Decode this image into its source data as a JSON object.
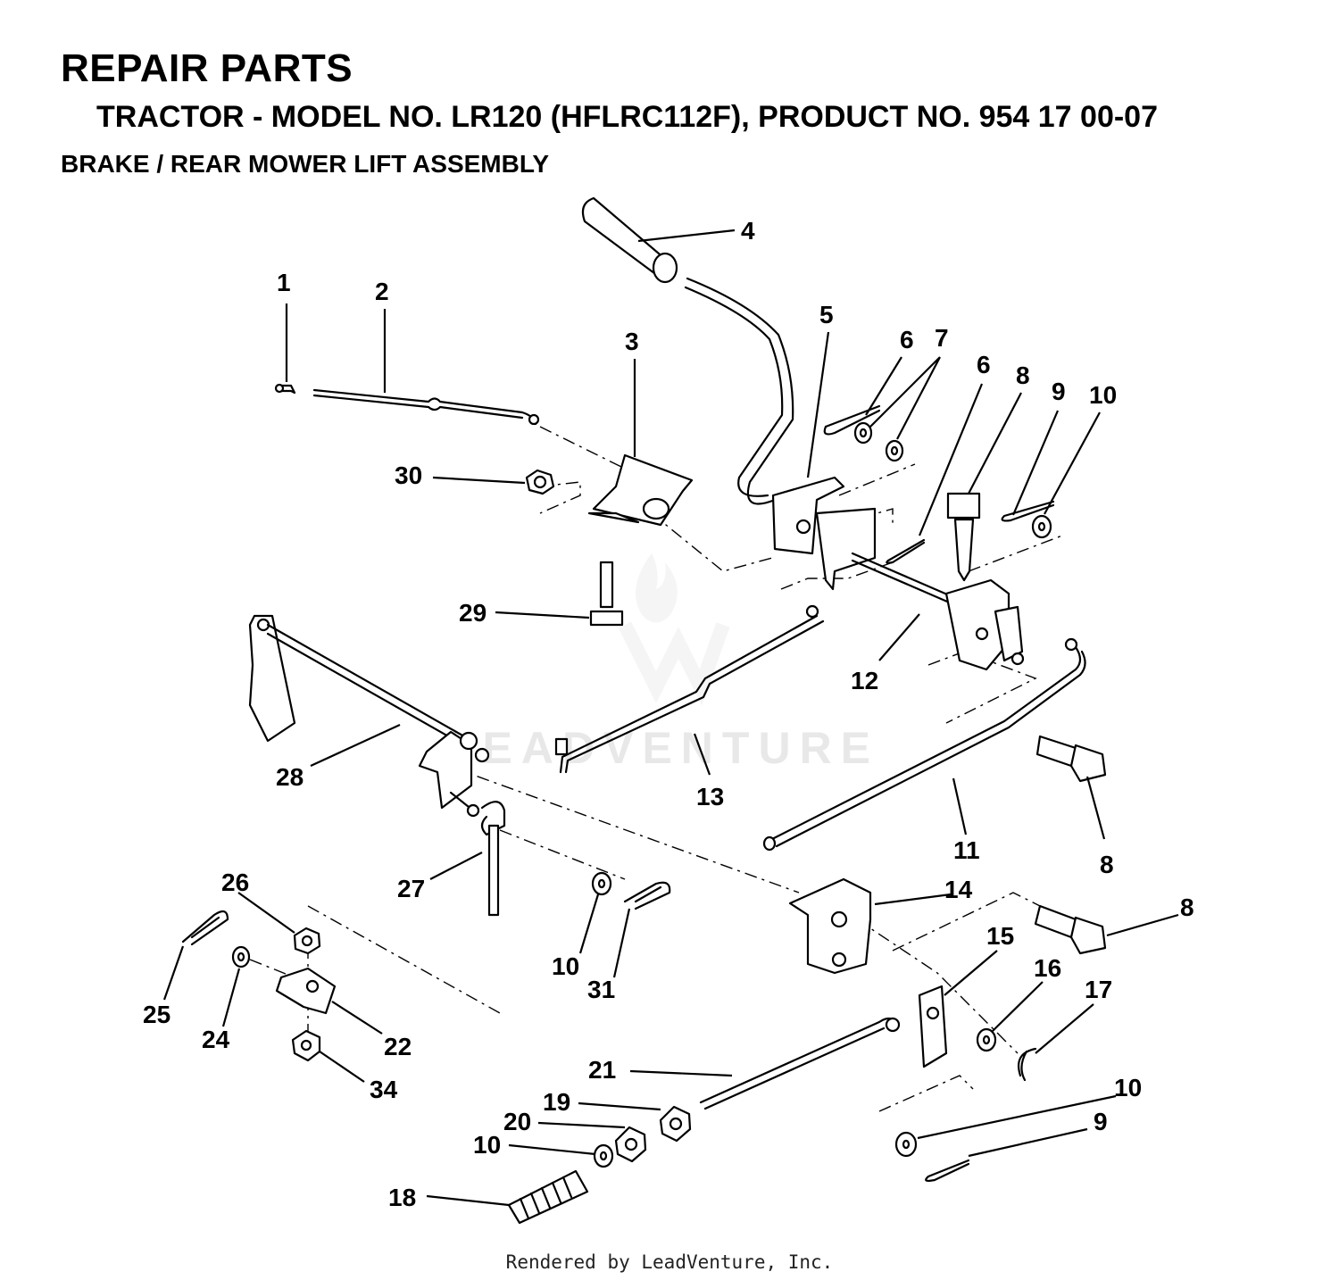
{
  "header": {
    "title": "REPAIR PARTS",
    "subtitle": "TRACTOR - MODEL NO. LR120 (HFLRC112F), PRODUCT NO. 954 17 00-07",
    "section": "BRAKE / REAR MOWER LIFT ASSEMBLY"
  },
  "watermark": {
    "text": "LEADVENTURE"
  },
  "callouts": {
    "c1": "1",
    "c2": "2",
    "c3": "3",
    "c4": "4",
    "c5": "5",
    "c6a": "6",
    "c6b": "6",
    "c7": "7",
    "c8a": "8",
    "c8b": "8",
    "c8c": "8",
    "c9a": "9",
    "c9b": "9",
    "c10a": "10",
    "c10b": "10",
    "c10c": "10",
    "c10d": "10",
    "c11": "11",
    "c12": "12",
    "c13": "13",
    "c14": "14",
    "c15": "15",
    "c16": "16",
    "c17": "17",
    "c18": "18",
    "c19": "19",
    "c20": "20",
    "c21": "21",
    "c22": "22",
    "c24": "24",
    "c25": "25",
    "c26": "26",
    "c27": "27",
    "c28": "28",
    "c29": "29",
    "c30": "30",
    "c31": "31",
    "c34": "34"
  },
  "footer": {
    "text": "Rendered by LeadVenture, Inc."
  }
}
